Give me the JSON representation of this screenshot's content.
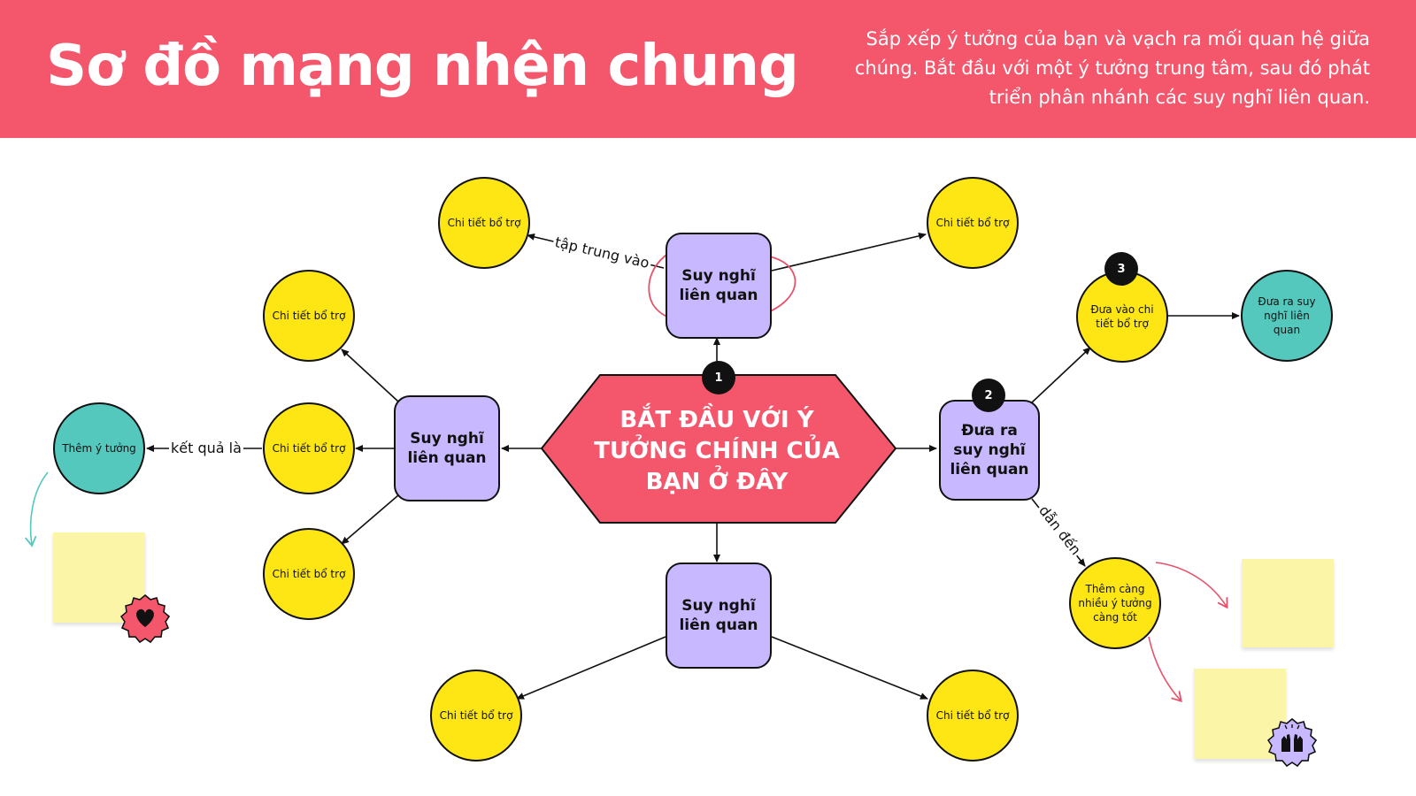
{
  "header": {
    "title": "Sơ đồ mạng nhện chung",
    "subtitle": "Sắp xếp ý tưởng của bạn và vạch ra mối quan hệ giữa chúng. Bắt đầu với một ý tưởng trung tâm, sau đó phát triển phân nhánh các suy nghĩ liên quan."
  },
  "center": {
    "label": "BẮT ĐẦU VỚI Ý TƯỞNG CHÍNH CỦA BẠN Ở ĐÂY",
    "badge": "1"
  },
  "related": {
    "top": "Suy nghĩ liên quan",
    "left": "Suy nghĩ liên quan",
    "bottom": "Suy nghĩ liên quan",
    "right": "Đưa ra suy nghĩ liên quan",
    "right_badge": "2"
  },
  "details": {
    "top_left": "Chi tiết bổ trợ",
    "top_right": "Chi tiết bổ trợ",
    "left_top": "Chi tiết bổ trợ",
    "left_mid": "Chi tiết bổ trợ",
    "left_bottom": "Chi tiết bổ trợ",
    "bottom_left": "Chi tiết bổ trợ",
    "bottom_right": "Chi tiết bổ trợ",
    "right_upper": "Đưa vào chi tiết bổ trợ",
    "right_upper_badge": "3",
    "right_lower": "Thêm càng nhiều ý tưởng càng tốt"
  },
  "teal": {
    "left": "Thêm ý tưởng",
    "right": "Đưa ra suy nghĩ liên quan"
  },
  "edge_labels": {
    "focus": "tập trung vào",
    "result": "kết quả là",
    "leads": "dẫn đến"
  },
  "colors": {
    "header": "#f4566c",
    "center": "#f4566c",
    "purple": "#c7b8ff",
    "yellow": "#fde613",
    "teal": "#55c8bd",
    "sticky": "#fbf6a7",
    "accent_pink": "#e8506a"
  },
  "stickers": [
    "heart-sticker",
    "raised-hands-sticker"
  ]
}
